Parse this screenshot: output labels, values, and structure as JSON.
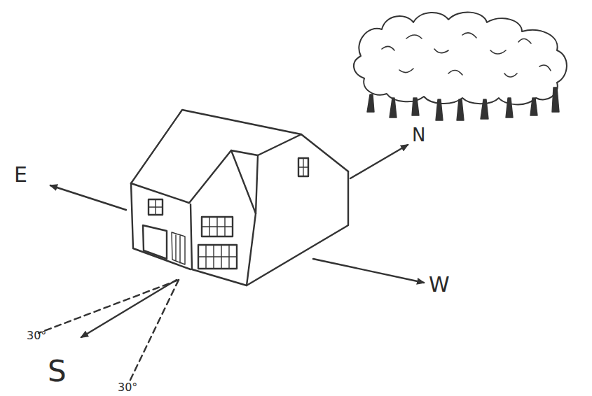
{
  "diagram": {
    "labels": [
      "E",
      "N",
      "W",
      "S",
      "30°",
      "30°"
    ]
  }
}
